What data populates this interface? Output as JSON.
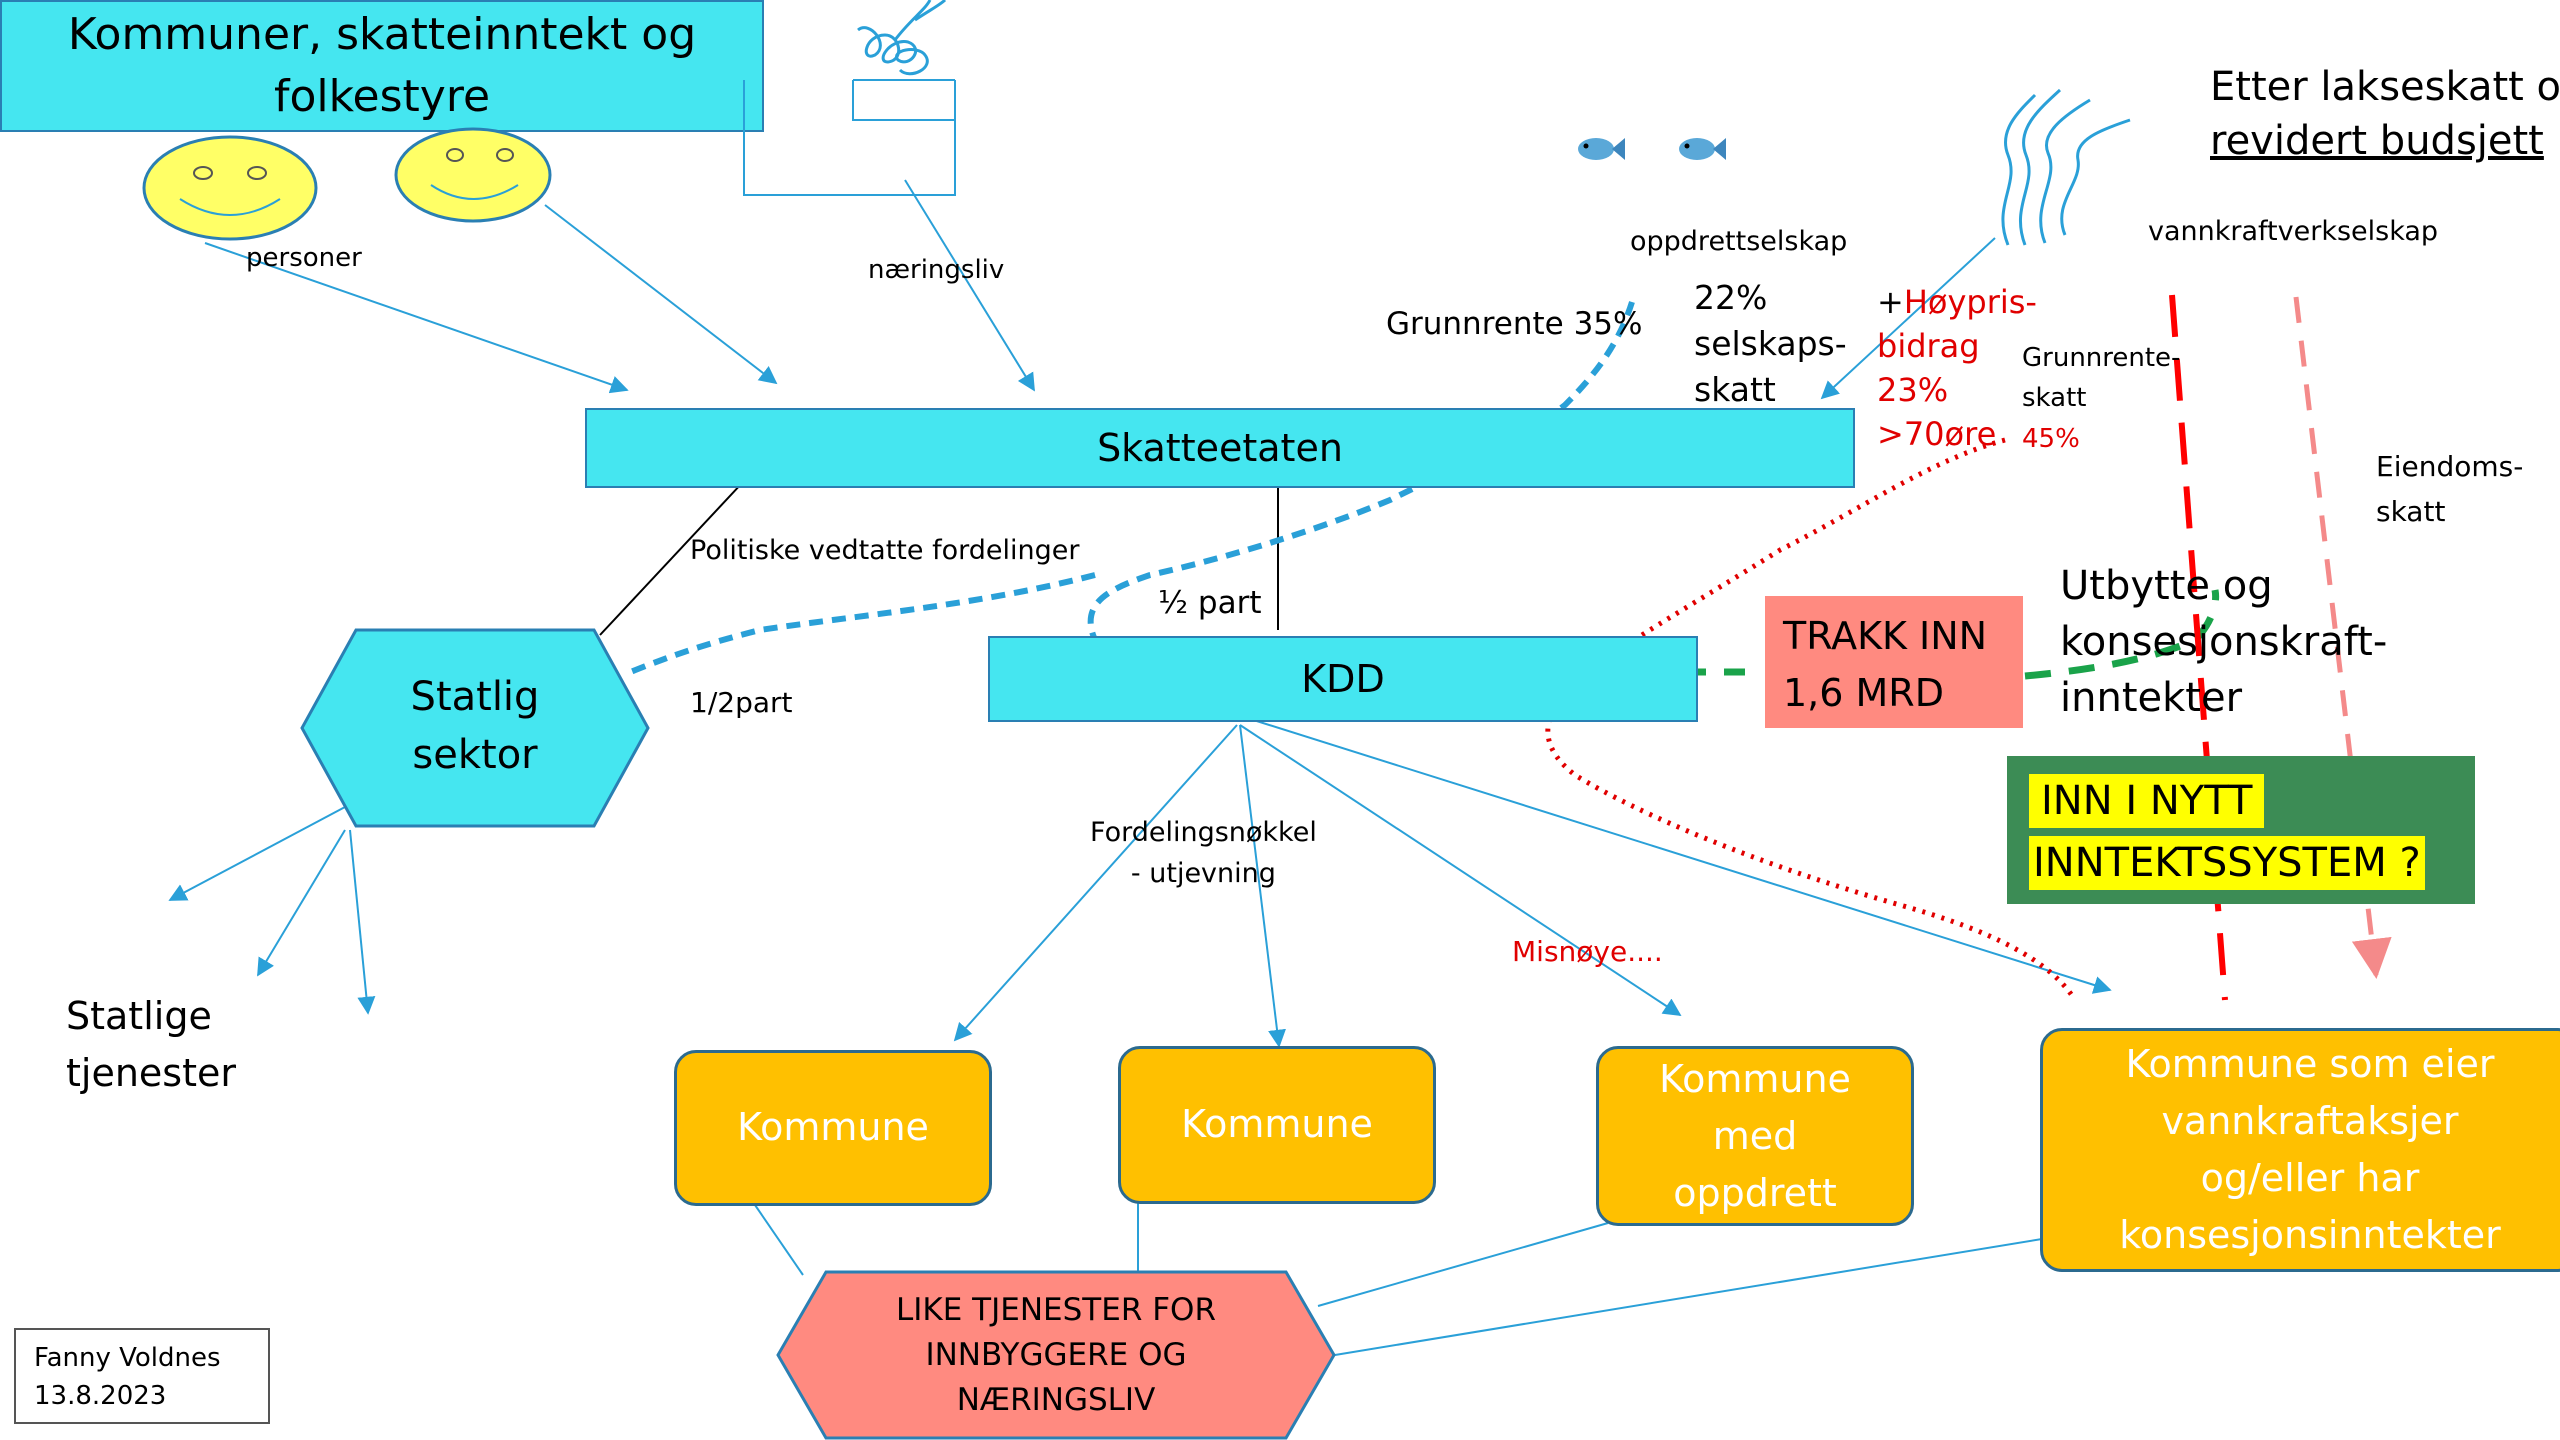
{
  "title": {
    "line1": "Kommuner, skatteinntekt og",
    "line2": "folkestyre"
  },
  "update_heading": {
    "line1": "Etter lakseskatt og",
    "line2": "revidert budsjett"
  },
  "labels": {
    "personer": "personer",
    "naeringsliv": "næringsliv",
    "oppdrettselskap": "oppdrettselskap",
    "vannkraftverkselskap": "vannkraftverkselskap",
    "grunnrente35": "Grunnrente 35%",
    "selskapsskatt": [
      "22%",
      "selskaps-",
      "skatt"
    ],
    "hoyprisbidrag": [
      "+Høypris-",
      "bidrag",
      "23%",
      ">70øre"
    ],
    "hoyprisbidrag_plus": "+",
    "hoyprisbidrag_first": "Høypris-",
    "grunnrenteskatt": [
      "Grunnrente-",
      "skatt"
    ],
    "grunnrenteskatt_pct": "45%",
    "eiendomsskatt": [
      "Eiendoms-",
      "skatt"
    ],
    "politiske": "Politiske vedtatte fordelinger",
    "halv_part": "½ part",
    "en_halv_part": "1/2part",
    "fordelingsnokkel": [
      "Fordelingsnøkkel",
      "- utjevning"
    ],
    "misnoye": "Misnøye....",
    "utbytte": [
      "Utbytte og",
      "konsesjonskraft-",
      "inntekter"
    ],
    "statlige_tjenester": [
      "Statlige",
      "tjenester"
    ]
  },
  "boxes": {
    "skatteetaten": "Skatteetaten",
    "kdd": "KDD",
    "statlig_sektor": [
      "Statlig",
      "sektor"
    ],
    "trakk_inn": [
      "TRAKK INN",
      "1,6  MRD"
    ],
    "inn_i_nytt": [
      "INN I NYTT",
      "INNTEKTSSYSTEM ?"
    ],
    "kommune1": "Kommune",
    "kommune2": "Kommune",
    "kommune_oppdrett": [
      "Kommune",
      "med",
      "oppdrett"
    ],
    "kommune_vannkraft": [
      "Kommune som eier",
      "vannkraftaksjer",
      "og/eller har",
      "konsesjonsinntekter"
    ],
    "like_tjenester": [
      "LIKE TJENESTER FOR",
      "INNBYGGERE OG",
      "NÆRINGSLIV"
    ]
  },
  "author": {
    "name": "Fanny Voldnes",
    "date": "13.8.2023"
  },
  "icons": [
    "smiley-face-icon",
    "smiley-face-icon",
    "fish-icon",
    "fish-icon",
    "factory-smoke-icon",
    "water-waves-icon"
  ],
  "colors": {
    "cyan": "#45e6f0",
    "orange": "#ffc000",
    "salmon": "#ff8a80",
    "green": "#3c8c55",
    "yellow": "#ffff00",
    "red": "#e00000",
    "line_blue": "#2aa0d8"
  }
}
